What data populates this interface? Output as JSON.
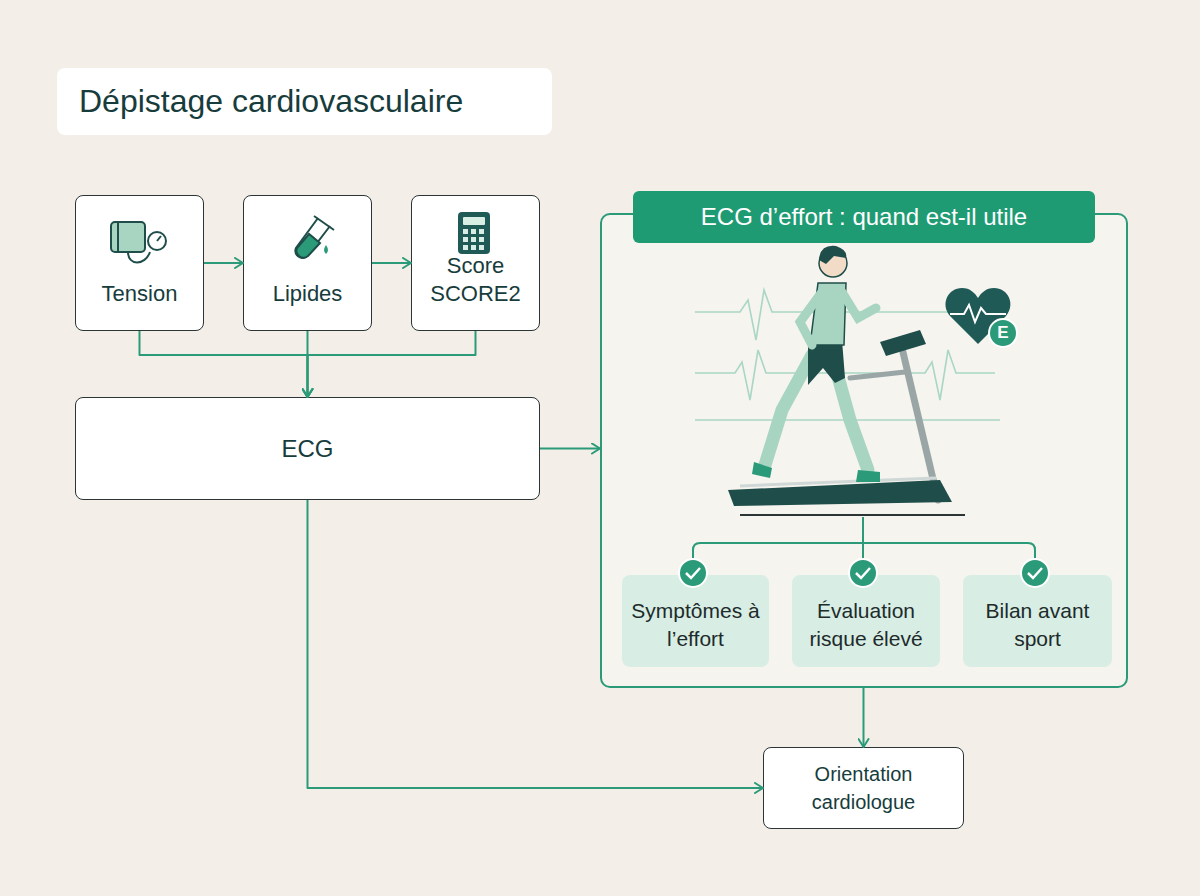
{
  "diagram": {
    "title": "Dépistage cardiovasculaire",
    "nodes": [
      {
        "text": [
          "Tension"
        ]
      },
      {
        "text": [
          "Lipides"
        ]
      },
      {
        "text": [
          "Score SCORE2"
        ]
      },
      {
        "text": [
          "ECG"
        ]
      },
      {
        "text": [
          "ECG d’effort : quand est-il utile"
        ]
      },
      {
        "text": [
          "Symptômes à l’effort"
        ],
        "in": 4
      },
      {
        "text": [
          "Évaluation risque élevé"
        ],
        "in": 4
      },
      {
        "text": [
          "Bilan avant sport"
        ],
        "in": 4
      },
      {
        "text": [
          "Orientation cardiologue"
        ]
      }
    ],
    "edges": [
      {
        "from": 0,
        "to": 1,
        "arrow": "to"
      },
      {
        "from": 1,
        "to": 2,
        "arrow": "to"
      },
      {
        "from": 0,
        "to": 3,
        "arrow": "to"
      },
      {
        "from": 1,
        "to": 3,
        "arrow": "to"
      },
      {
        "from": 2,
        "to": 3,
        "arrow": "to"
      },
      {
        "from": 3,
        "to": 4,
        "arrow": "to"
      },
      {
        "from": 4,
        "to": 8,
        "arrow": "to"
      },
      {
        "from": 3,
        "to": 8,
        "arrow": "to"
      }
    ],
    "labels": [
      "E"
    ]
  }
}
